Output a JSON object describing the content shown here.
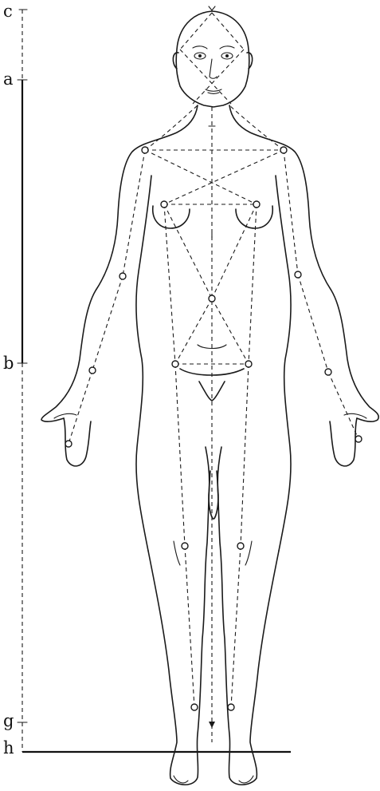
{
  "scale_labels": {
    "c": "c",
    "a": "a",
    "b": "b",
    "g": "g",
    "h": "h"
  },
  "colors": {
    "ink": "#1a1a1a",
    "background": "#ffffff"
  }
}
